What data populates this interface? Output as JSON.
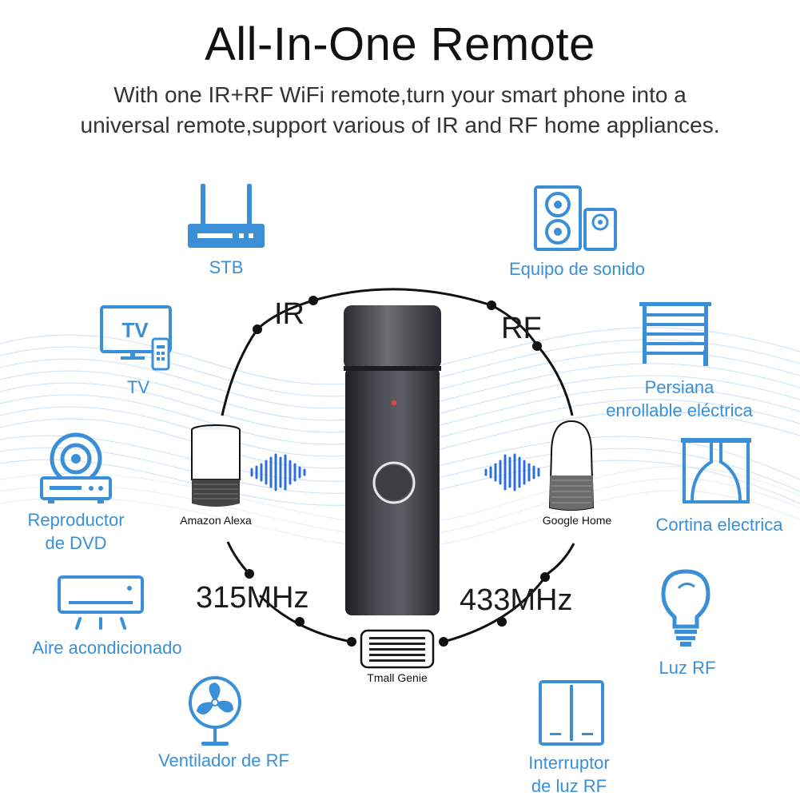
{
  "header": {
    "title": "All-In-One Remote",
    "subtitle_line1": "With one IR+RF WiFi remote,turn your smart phone into a",
    "subtitle_line2": "universal remote,support various of IR and RF home appliances."
  },
  "connections": {
    "ir": "IR",
    "rf": "RF",
    "freq_315": "315MHz",
    "freq_433": "433MHz"
  },
  "assistants": {
    "alexa": "Amazon Alexa",
    "google": "Google Home",
    "tmall": "Tmall Genie"
  },
  "ir_devices": {
    "stb": "STB",
    "tv": "TV",
    "dvd_line1": "Reproductor",
    "dvd_line2": "de DVD",
    "aircon": "Aire acondicionado",
    "fan": "Ventilador de RF"
  },
  "rf_devices": {
    "sound": "Equipo de sonido",
    "blind_line1": "Persiana",
    "blind_line2": "enrollable eléctrica",
    "curtain": "Cortina electrica",
    "light": "Luz RF",
    "switch_line1": "Interruptor",
    "switch_line2": "de luz RF"
  },
  "colors": {
    "accent": "#3a8fd6",
    "wave": "#bcd8f2",
    "device": "#2b2d31"
  }
}
